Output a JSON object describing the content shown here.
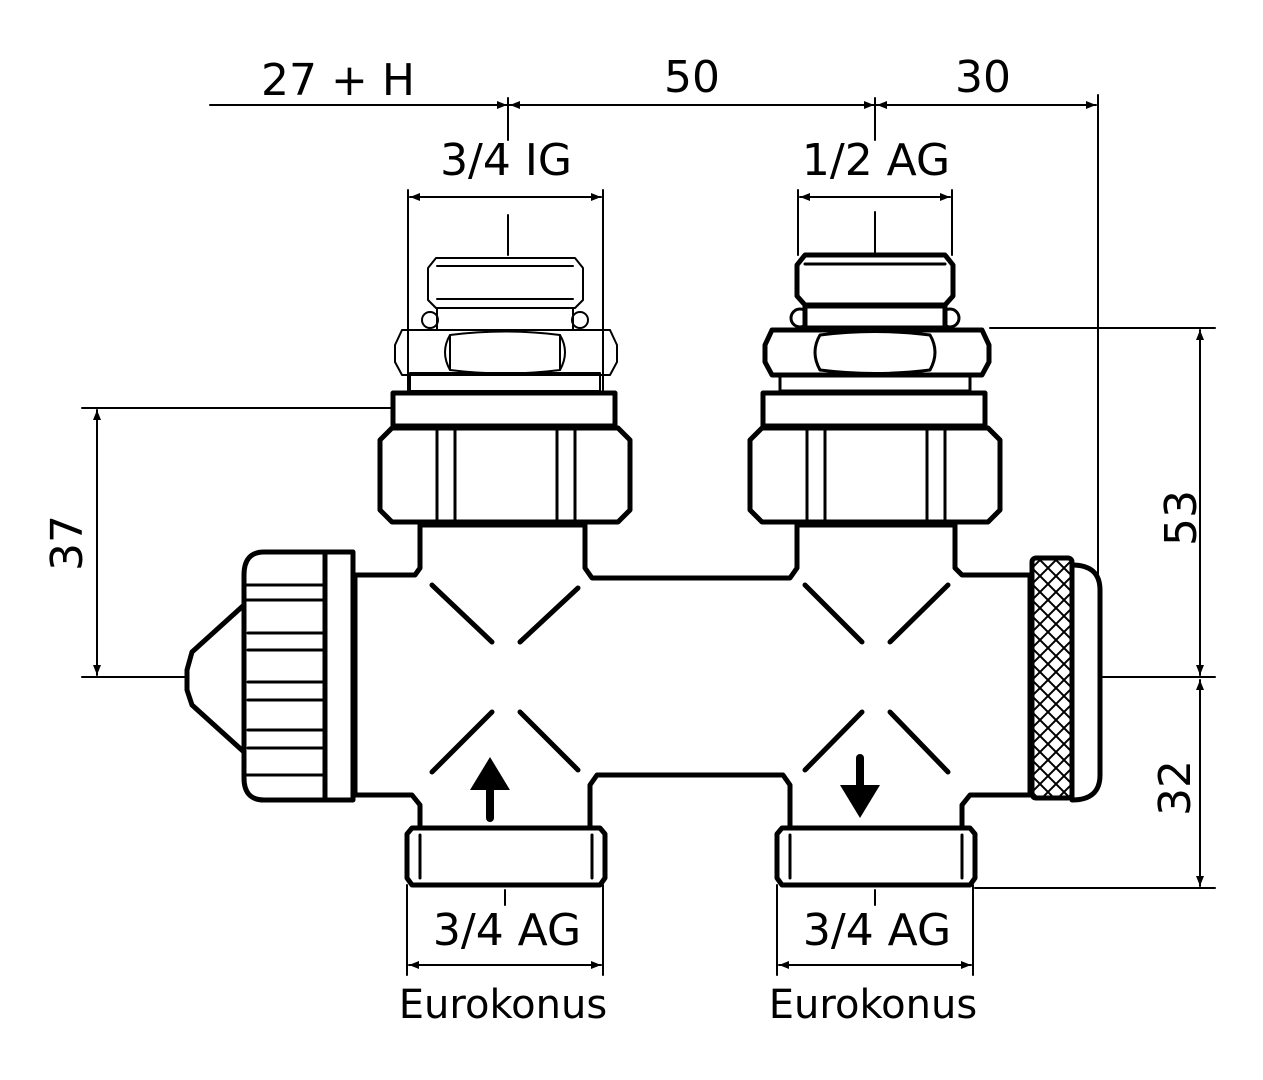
{
  "dimensions": {
    "top_left": "27 + H",
    "top_middle": "50",
    "top_right": "30",
    "left_height": "37",
    "right_upper": "53",
    "right_lower": "32"
  },
  "threads": {
    "top_left": "3/4 IG",
    "top_right": "1/2 AG",
    "bottom_left": "3/4 AG",
    "bottom_right": "3/4 AG"
  },
  "standards": {
    "bottom_left": "Eurokonus",
    "bottom_right": "Eurokonus"
  }
}
